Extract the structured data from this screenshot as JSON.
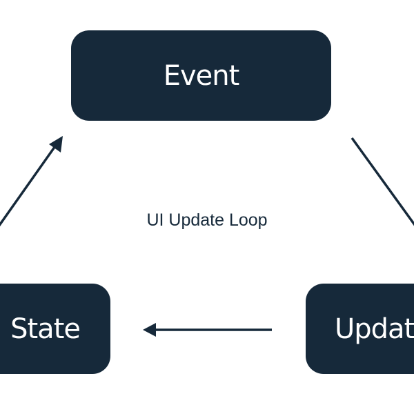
{
  "diagram": {
    "center_label": "UI Update Loop",
    "nodes": {
      "event": "Event",
      "state": "State",
      "update": "Update"
    },
    "colors": {
      "node_fill": "#16293a",
      "node_text": "#ffffff",
      "arrow": "#16293a",
      "background": "#ffffff"
    }
  }
}
